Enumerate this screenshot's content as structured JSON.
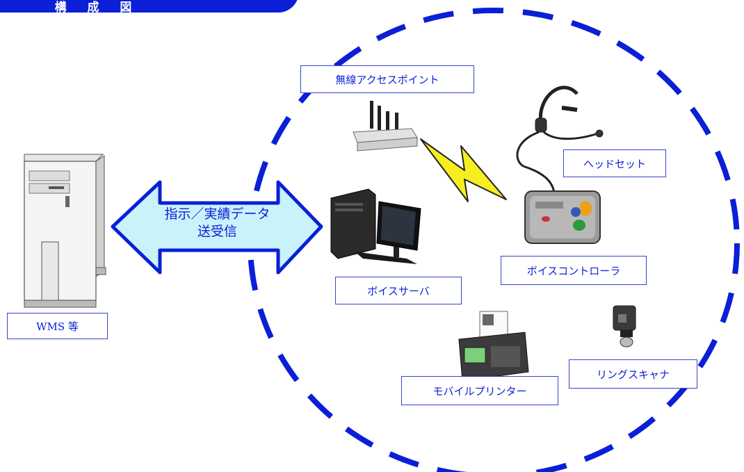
{
  "header": {
    "title": "構 成 図"
  },
  "server": {
    "label": "WMS 等"
  },
  "arrow": {
    "line1": "指示／実績データ",
    "line2": "送受信"
  },
  "devices": {
    "access_point": "無線アクセスポイント",
    "headset": "ヘッドセット",
    "voice_server": "ボイスサーバ",
    "voice_controller": "ボイスコントローラ",
    "mobile_printer": "モバイルプリンター",
    "ring_scanner": "リングスキャナ"
  },
  "colors": {
    "primary": "#0a1fd6",
    "arrow_fill": "#c9f2fb",
    "lightning": "#f7ee21"
  }
}
